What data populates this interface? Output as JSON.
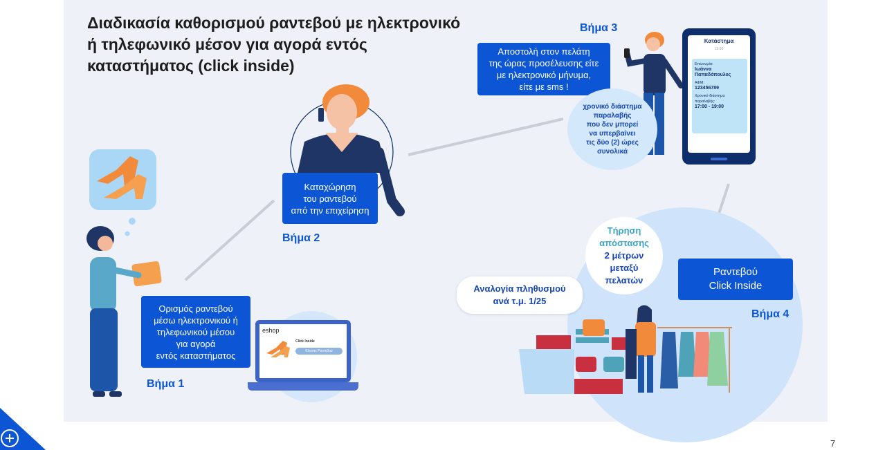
{
  "title": {
    "line1": "Διαδικασία καθορισμού ραντεβού με ηλεκτρονικό",
    "line2": "ή τηλεφωνικό μέσον για αγορά εντός",
    "line3": "καταστήματος (click inside)"
  },
  "step1": {
    "label": "Βήμα 1",
    "text": [
      "Ορισμός ραντεβού",
      "μέσω ηλεκτρονικού ή",
      "τηλεφωνικού μέσου",
      "για αγορά",
      "εντός καταστήματος"
    ]
  },
  "step2": {
    "label": "Βήμα 2",
    "text": [
      "Καταχώρηση",
      "του ραντεβού",
      "από την επιχείρηση"
    ]
  },
  "step3": {
    "label": "Βήμα 3",
    "text": [
      "Αποστολή στον πελάτη",
      "της ώρας προσέλευσης είτε",
      "με ηλεκτρονικό μήνυμα,",
      "είτε με sms !"
    ],
    "bubble": [
      "χρονικό διάστημα",
      "παραλαβής",
      "που δεν μπορεί",
      "να υπερβαίνει",
      "τις δύο (2) ώρες",
      "συνολικά"
    ]
  },
  "step4": {
    "label": "Βήμα 4",
    "text": [
      "Ραντεβού",
      "Click Inside"
    ],
    "distance": [
      "Τήρηση",
      "απόστασης",
      "2 μέτρων",
      "μεταξύ",
      "πελατών"
    ],
    "density": [
      "Αναλογία πληθυσμού",
      "ανά τ.μ. 1/25"
    ]
  },
  "phone": {
    "header": "Κατάστημα",
    "time": "15:00",
    "name_label": "Επωνυμία:",
    "name_value": "Ιωάννα Παπαδόπουλος",
    "afm_label": "ΑΦΜ:",
    "afm_value": "123456789",
    "window_label": "Χρονικό διάστημα παραλαβής:",
    "window_value": "17:00 - 19:00"
  },
  "laptop": {
    "site": "eshop",
    "heading": "Click Inside",
    "button": "Κλείστε Ραντεβού"
  },
  "page_number": "7",
  "colors": {
    "accent_blue": "#0c56d6",
    "panel_bg": "#eef2f8",
    "navy": "#0e2d6b",
    "light_blue": "#cfe4fa"
  }
}
